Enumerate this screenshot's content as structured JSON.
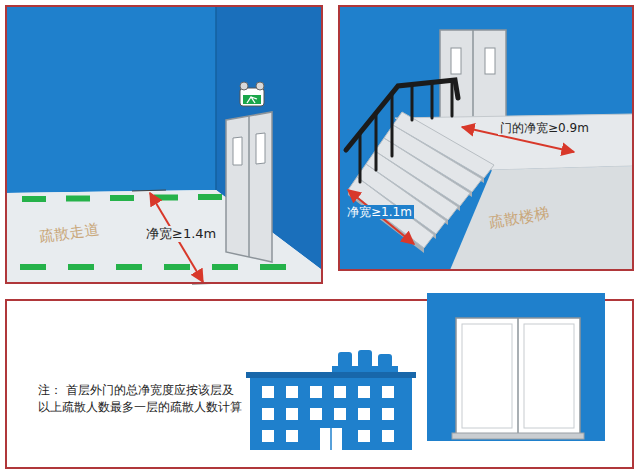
{
  "diagram": {
    "labels": [
      "疏散走道",
      "净宽≥1.4m",
      "门的净宽≥0.9m",
      "净宽≥1.1m",
      "疏散楼梯",
      "注： 首层外门的总净宽度应按该层及以上疏散人数最多一层的疏散人数计算"
    ]
  }
}
